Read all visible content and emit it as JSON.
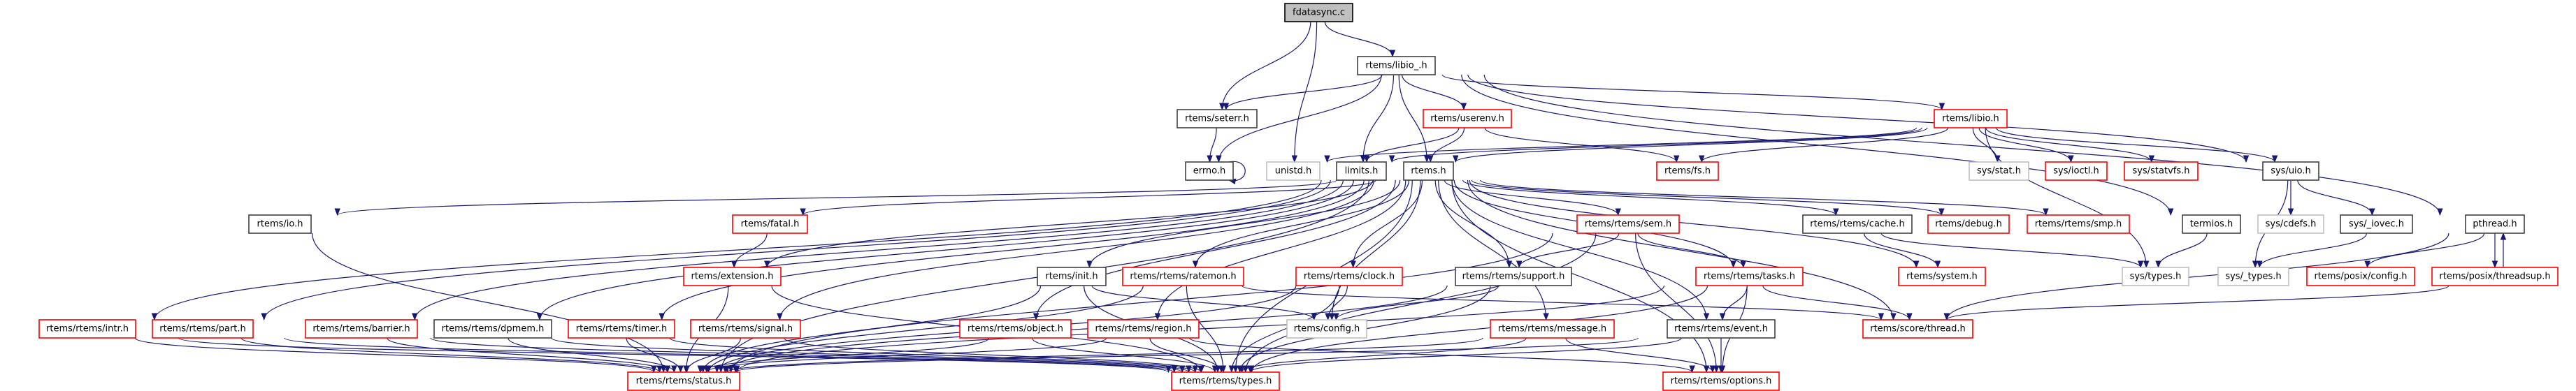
{
  "colors": {
    "edge": "#191970",
    "red": "#ff0000",
    "black": "#404040",
    "gray": "#bfbfbf",
    "root_fill": "#bfbfbf"
  },
  "nodes": [
    {
      "id": "fdatasync",
      "label": "fdatasync.c",
      "border": "root"
    },
    {
      "id": "libio_",
      "label": "rtems/libio_.h",
      "border": "black"
    },
    {
      "id": "seterr",
      "label": "rtems/seterr.h",
      "border": "black"
    },
    {
      "id": "userenv",
      "label": "rtems/userenv.h",
      "border": "red"
    },
    {
      "id": "libio",
      "label": "rtems/libio.h",
      "border": "red"
    },
    {
      "id": "errno",
      "label": "errno.h",
      "border": "black"
    },
    {
      "id": "unistd",
      "label": "unistd.h",
      "border": "gray"
    },
    {
      "id": "limits",
      "label": "limits.h",
      "border": "black"
    },
    {
      "id": "rtems",
      "label": "rtems.h",
      "border": "black"
    },
    {
      "id": "fs",
      "label": "rtems/fs.h",
      "border": "red"
    },
    {
      "id": "sysstat",
      "label": "sys/stat.h",
      "border": "gray"
    },
    {
      "id": "sysioctl",
      "label": "sys/ioctl.h",
      "border": "red"
    },
    {
      "id": "sysstatvfs",
      "label": "sys/statvfs.h",
      "border": "red"
    },
    {
      "id": "sysuio",
      "label": "sys/uio.h",
      "border": "black"
    },
    {
      "id": "io",
      "label": "rtems/io.h",
      "border": "black"
    },
    {
      "id": "fatal",
      "label": "rtems/fatal.h",
      "border": "red"
    },
    {
      "id": "sem",
      "label": "rtems/rtems/sem.h",
      "border": "red"
    },
    {
      "id": "cache",
      "label": "rtems/rtems/cache.h",
      "border": "black"
    },
    {
      "id": "debug",
      "label": "rtems/debug.h",
      "border": "red"
    },
    {
      "id": "smp",
      "label": "rtems/rtems/smp.h",
      "border": "red"
    },
    {
      "id": "termios",
      "label": "termios.h",
      "border": "black"
    },
    {
      "id": "syscdefs",
      "label": "sys/cdefs.h",
      "border": "gray"
    },
    {
      "id": "sysiovec",
      "label": "sys/_iovec.h",
      "border": "black"
    },
    {
      "id": "pthread",
      "label": "pthread.h",
      "border": "black"
    },
    {
      "id": "extension",
      "label": "rtems/extension.h",
      "border": "red"
    },
    {
      "id": "init",
      "label": "rtems/init.h",
      "border": "black"
    },
    {
      "id": "ratemon",
      "label": "rtems/rtems/ratemon.h",
      "border": "red"
    },
    {
      "id": "clock",
      "label": "rtems/rtems/clock.h",
      "border": "red"
    },
    {
      "id": "support",
      "label": "rtems/rtems/support.h",
      "border": "black"
    },
    {
      "id": "tasks",
      "label": "rtems/rtems/tasks.h",
      "border": "red"
    },
    {
      "id": "system",
      "label": "rtems/system.h",
      "border": "red"
    },
    {
      "id": "systypes",
      "label": "sys/types.h",
      "border": "gray"
    },
    {
      "id": "sys_types",
      "label": "sys/_types.h",
      "border": "gray"
    },
    {
      "id": "posixconfig",
      "label": "rtems/posix/config.h",
      "border": "red"
    },
    {
      "id": "threadsup",
      "label": "rtems/posix/threadsup.h",
      "border": "red"
    },
    {
      "id": "intr",
      "label": "rtems/rtems/intr.h",
      "border": "red"
    },
    {
      "id": "part",
      "label": "rtems/rtems/part.h",
      "border": "red"
    },
    {
      "id": "barrier",
      "label": "rtems/rtems/barrier.h",
      "border": "red"
    },
    {
      "id": "dpmem",
      "label": "rtems/rtems/dpmem.h",
      "border": "black"
    },
    {
      "id": "timer",
      "label": "rtems/rtems/timer.h",
      "border": "red"
    },
    {
      "id": "signal",
      "label": "rtems/rtems/signal.h",
      "border": "red"
    },
    {
      "id": "object",
      "label": "rtems/rtems/object.h",
      "border": "red"
    },
    {
      "id": "region",
      "label": "rtems/rtems/region.h",
      "border": "red"
    },
    {
      "id": "config",
      "label": "rtems/config.h",
      "border": "gray"
    },
    {
      "id": "message",
      "label": "rtems/rtems/message.h",
      "border": "red"
    },
    {
      "id": "event",
      "label": "rtems/rtems/event.h",
      "border": "black"
    },
    {
      "id": "scorethread",
      "label": "rtems/score/thread.h",
      "border": "red"
    },
    {
      "id": "status",
      "label": "rtems/rtems/status.h",
      "border": "red"
    },
    {
      "id": "types",
      "label": "rtems/rtems/types.h",
      "border": "red"
    },
    {
      "id": "options",
      "label": "rtems/rtems/options.h",
      "border": "red"
    }
  ],
  "edges": [
    [
      "fdatasync",
      "seterr"
    ],
    [
      "fdatasync",
      "unistd"
    ],
    [
      "fdatasync",
      "libio_"
    ],
    [
      "libio_",
      "seterr"
    ],
    [
      "libio_",
      "errno"
    ],
    [
      "libio_",
      "limits"
    ],
    [
      "libio_",
      "rtems"
    ],
    [
      "libio_",
      "userenv"
    ],
    [
      "libio_",
      "libio"
    ],
    [
      "libio_",
      "sysuio"
    ],
    [
      "libio_",
      "pthread"
    ],
    [
      "libio_",
      "termios"
    ],
    [
      "seterr",
      "errno"
    ],
    [
      "errno",
      "errno"
    ],
    [
      "userenv",
      "limits"
    ],
    [
      "userenv",
      "rtems"
    ],
    [
      "userenv",
      "fs"
    ],
    [
      "libio",
      "unistd"
    ],
    [
      "libio",
      "limits"
    ],
    [
      "libio",
      "rtems"
    ],
    [
      "libio",
      "fs"
    ],
    [
      "libio",
      "sysstat"
    ],
    [
      "libio",
      "sysioctl"
    ],
    [
      "libio",
      "sysstatvfs"
    ],
    [
      "libio",
      "sysuio"
    ],
    [
      "libio",
      "systypes"
    ],
    [
      "rtems",
      "io"
    ],
    [
      "rtems",
      "fatal"
    ],
    [
      "rtems",
      "extension"
    ],
    [
      "rtems",
      "intr"
    ],
    [
      "rtems",
      "part"
    ],
    [
      "rtems",
      "barrier"
    ],
    [
      "rtems",
      "dpmem"
    ],
    [
      "rtems",
      "timer"
    ],
    [
      "rtems",
      "signal"
    ],
    [
      "rtems",
      "object"
    ],
    [
      "rtems",
      "region"
    ],
    [
      "rtems",
      "init"
    ],
    [
      "rtems",
      "ratemon"
    ],
    [
      "rtems",
      "clock"
    ],
    [
      "rtems",
      "config"
    ],
    [
      "rtems",
      "support"
    ],
    [
      "rtems",
      "sem"
    ],
    [
      "rtems",
      "message"
    ],
    [
      "rtems",
      "event"
    ],
    [
      "rtems",
      "tasks"
    ],
    [
      "rtems",
      "cache"
    ],
    [
      "rtems",
      "system"
    ],
    [
      "rtems",
      "debug"
    ],
    [
      "rtems",
      "smp"
    ],
    [
      "rtems",
      "status"
    ],
    [
      "rtems",
      "types"
    ],
    [
      "rtems",
      "options"
    ],
    [
      "rtems",
      "scorethread"
    ],
    [
      "fatal",
      "extension"
    ],
    [
      "extension",
      "status"
    ],
    [
      "extension",
      "types"
    ],
    [
      "io",
      "status"
    ],
    [
      "intr",
      "status"
    ],
    [
      "intr",
      "types"
    ],
    [
      "part",
      "status"
    ],
    [
      "part",
      "types"
    ],
    [
      "barrier",
      "status"
    ],
    [
      "barrier",
      "types"
    ],
    [
      "dpmem",
      "status"
    ],
    [
      "dpmem",
      "types"
    ],
    [
      "timer",
      "status"
    ],
    [
      "timer",
      "types"
    ],
    [
      "signal",
      "status"
    ],
    [
      "signal",
      "types"
    ],
    [
      "object",
      "status"
    ],
    [
      "object",
      "types"
    ],
    [
      "region",
      "status"
    ],
    [
      "region",
      "types"
    ],
    [
      "region",
      "options"
    ],
    [
      "init",
      "config"
    ],
    [
      "init",
      "types"
    ],
    [
      "init",
      "status"
    ],
    [
      "ratemon",
      "status"
    ],
    [
      "ratemon",
      "types"
    ],
    [
      "ratemon",
      "scorethread"
    ],
    [
      "clock",
      "config"
    ],
    [
      "clock",
      "status"
    ],
    [
      "clock",
      "types"
    ],
    [
      "support",
      "config"
    ],
    [
      "support",
      "status"
    ],
    [
      "support",
      "types"
    ],
    [
      "sem",
      "support"
    ],
    [
      "sem",
      "tasks"
    ],
    [
      "sem",
      "status"
    ],
    [
      "sem",
      "types"
    ],
    [
      "sem",
      "options"
    ],
    [
      "tasks",
      "event"
    ],
    [
      "tasks",
      "options"
    ],
    [
      "tasks",
      "scorethread"
    ],
    [
      "tasks",
      "status"
    ],
    [
      "tasks",
      "types"
    ],
    [
      "message",
      "status"
    ],
    [
      "message",
      "types"
    ],
    [
      "message",
      "options"
    ],
    [
      "event",
      "options"
    ],
    [
      "event",
      "status"
    ],
    [
      "event",
      "types"
    ],
    [
      "cache",
      "system"
    ],
    [
      "cache",
      "systypes"
    ],
    [
      "sysuio",
      "syscdefs"
    ],
    [
      "sysuio",
      "sysiovec"
    ],
    [
      "sysuio",
      "sys_types"
    ],
    [
      "termios",
      "systypes"
    ],
    [
      "sysiovec",
      "sys_types"
    ],
    [
      "pthread",
      "posixconfig"
    ],
    [
      "pthread",
      "threadsup"
    ],
    [
      "pthread",
      "scorethread"
    ],
    [
      "threadsup",
      "pthread"
    ],
    [
      "threadsup",
      "scorethread"
    ]
  ]
}
